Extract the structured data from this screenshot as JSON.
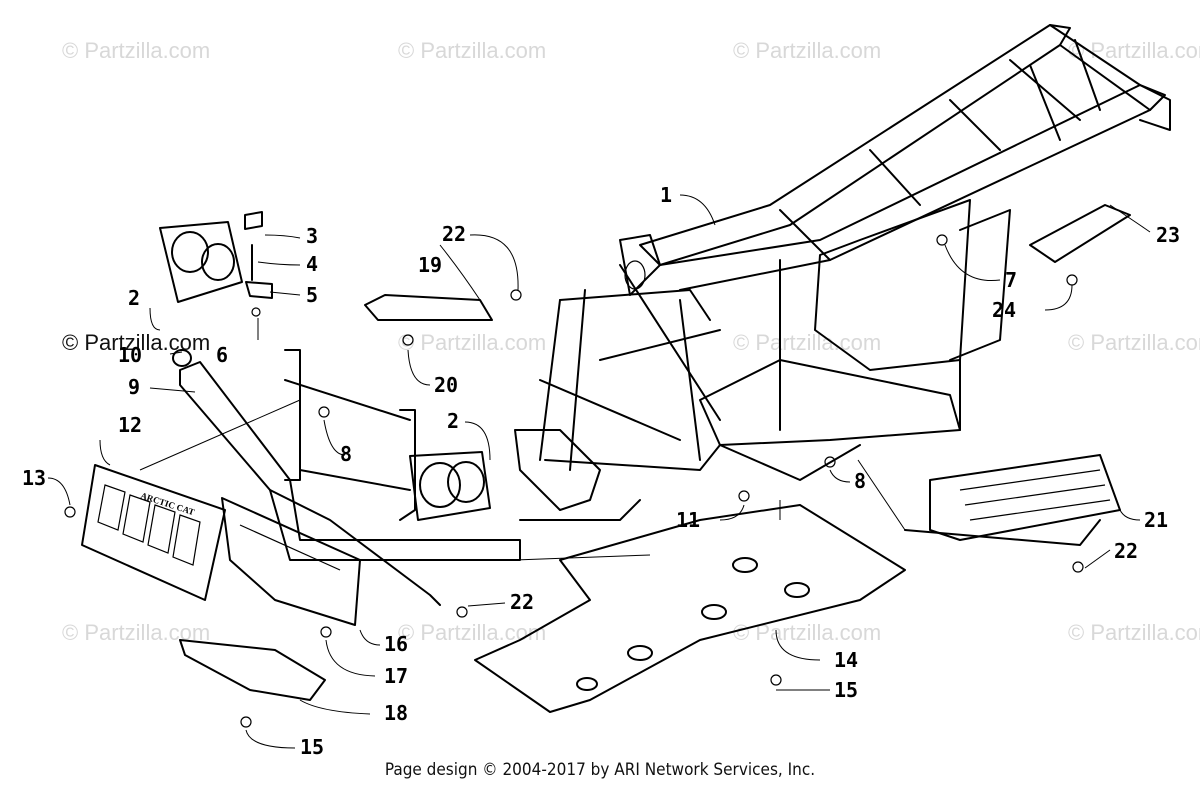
{
  "watermark": "© Partzilla.com",
  "footer": "Page design © 2004-2017 by ARI Network Services, Inc.",
  "callouts": [
    {
      "id": "c1",
      "label": "1"
    },
    {
      "id": "c2a",
      "label": "2"
    },
    {
      "id": "c2b",
      "label": "2"
    },
    {
      "id": "c3",
      "label": "3"
    },
    {
      "id": "c4",
      "label": "4"
    },
    {
      "id": "c5",
      "label": "5"
    },
    {
      "id": "c6",
      "label": "6"
    },
    {
      "id": "c7",
      "label": "7"
    },
    {
      "id": "c8a",
      "label": "8"
    },
    {
      "id": "c8b",
      "label": "8"
    },
    {
      "id": "c9",
      "label": "9"
    },
    {
      "id": "c10",
      "label": "10"
    },
    {
      "id": "c11",
      "label": "11"
    },
    {
      "id": "c12",
      "label": "12"
    },
    {
      "id": "c13",
      "label": "13"
    },
    {
      "id": "c14",
      "label": "14"
    },
    {
      "id": "c15a",
      "label": "15"
    },
    {
      "id": "c15b",
      "label": "15"
    },
    {
      "id": "c16",
      "label": "16"
    },
    {
      "id": "c17",
      "label": "17"
    },
    {
      "id": "c18",
      "label": "18"
    },
    {
      "id": "c19",
      "label": "19"
    },
    {
      "id": "c20",
      "label": "20"
    },
    {
      "id": "c21",
      "label": "21"
    },
    {
      "id": "c22a",
      "label": "22"
    },
    {
      "id": "c22b",
      "label": "22"
    },
    {
      "id": "c22c",
      "label": "22"
    },
    {
      "id": "c23",
      "label": "23"
    },
    {
      "id": "c24",
      "label": "24"
    }
  ],
  "front_panel_text": "ARCTIC CAT"
}
